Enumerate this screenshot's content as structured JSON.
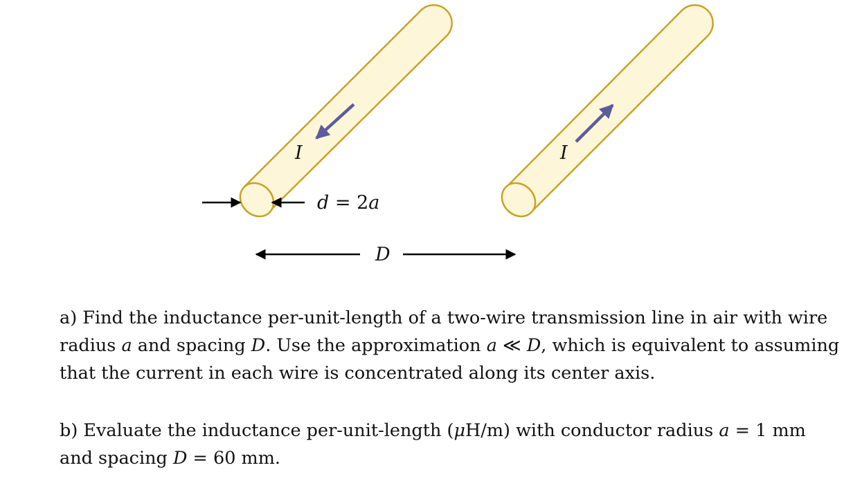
{
  "figure": {
    "wire_fill": "#fdf6d8",
    "wire_stroke": "#c9a227",
    "arrow_color": "#5c5c9c",
    "left_current_label": "I",
    "right_current_label": "I",
    "diameter_label_var": "d",
    "diameter_label_rest": " = 2",
    "diameter_label_a": "a",
    "spacing_label": "D"
  },
  "part_a": {
    "line1": "a) Find the inductance per-unit-length of a two-wire transmission line in air with wire",
    "line2_pre": "radius ",
    "line2_var_a": "a",
    "line2_mid": " and spacing ",
    "line2_var_D": "D",
    "line2_mid2": ". Use the approximation ",
    "line2_var_a2": "a",
    "line2_ll": " ≪ ",
    "line2_var_D2": "D",
    "line2_post": ", which is equivalent to assuming",
    "line3": "that the current in each wire is concentrated along its center axis."
  },
  "part_b": {
    "line1_pre": "b) Evaluate the inductance per-unit-length (",
    "line1_mu": "μ",
    "line1_unit": "H/m) with conductor radius ",
    "line1_var_a": "a",
    "line1_val": " = 1 mm",
    "line2_pre": "and spacing ",
    "line2_var_D": "D",
    "line2_val": " = 60 mm."
  }
}
